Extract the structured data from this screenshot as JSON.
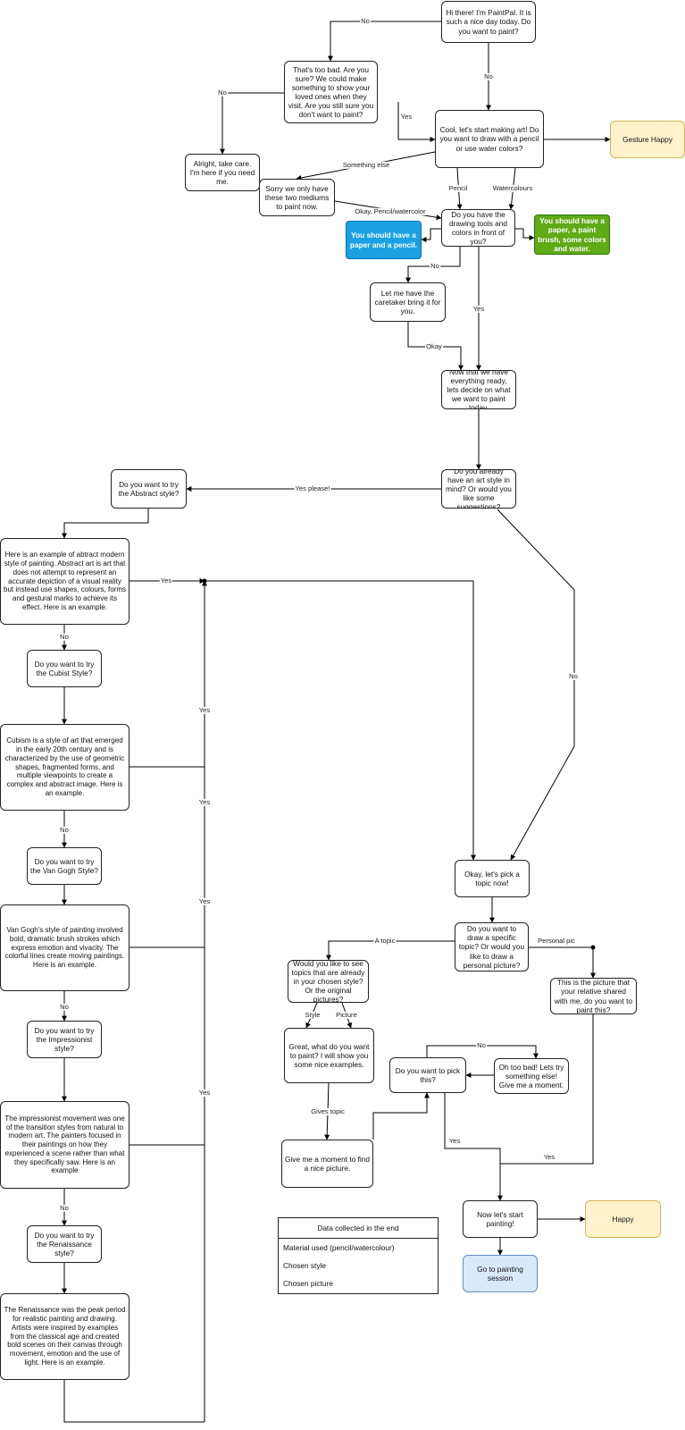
{
  "nodes": {
    "greeting": "Hi there! I'm PaintPal. It is such a nice day today. Do you want to paint?",
    "too_bad": "That's too bad. Are you sure? We could make something to show your loved ones when they visit. Are you still sure you don't want to paint?",
    "alright": "Alright, take care. I'm here if you need me.",
    "cool": "Cool, let's  start making art! Do you want to draw with a pencil or use water colors?",
    "gesture_happy": "Gesture Happy",
    "sorry_mediums": "Sorry we only have these two mediums to paint now.",
    "have_tools": "Do you have the drawing tools and colors in front of you?",
    "paper_pencil": "You should have a paper and a pencil.",
    "paper_brush": "You should have a paper, a paint brush, some colors and water.",
    "caretaker": "Let me have the caretaker bring it for you.",
    "ready": "Now that we have everything ready, lets decide on what we want to paint today.",
    "art_style": "Do you already have an art style in mind? Or would you like some suggestions?",
    "try_abstract": "Do you want to try the Abstract style?",
    "abstract_desc": "Here is an example of abtract modern style of painting. Abstract art is art that does not attempt to represent an accurate depiction of a visual reality but instead use shapes, colours, forms and gestural marks to achieve its effect. Here is an example.",
    "try_cubist": "Do you want to try the Cubist Style?",
    "cubist_desc": "Cubism is a style of art that emerged in the early 20th century and is characterized by the use of geometric shapes, fragmented forms, and multiple viewpoints to create a complex and abstract image. Here is an example.",
    "try_vangogh": "Do you want to try the Van Gogh Style?",
    "vangogh_desc": "Van Gogh's style of painting involved bold, dramatic brush strokes which express emotion and vivacity. The colorful lines create moving paintings. Here is an example.",
    "try_impressionist": "Do you want to try the Impressionist style?",
    "impressionist_desc": "The impressionist movement was one of the transition styles from natural to modern art. The painters focused in their paintings on how they experienced a scene rather than what they specifically saw. Here is an example",
    "try_renaissance": "Do you want to try the Renaissance style?",
    "renaissance_desc": "The Renaissance was the peak period for realistic painting and drawing. Artists were inspired by examples from the classical age and created bold scenes on their canvas through movement, emotion and the use of light. Here is an example.",
    "pick_topic": "Okay, let's pick a topic now!",
    "specific_topic": "Do you want to draw a specific topic? Or would you like to draw a personal picture?",
    "see_topics": "Would you like to see topics that are already in your chosen style? Or the original pictures?",
    "relative_pic": "This is the picture that your relative shared with me, do you want to paint this?",
    "great_what": "Great, what do you want to paint? I will show you some nice examples.",
    "pick_this": "Do you want to pick this?",
    "oh_too_bad": "Oh too bad! Lets try something else! Give me a moment.",
    "moment_find": "Give me a moment to find a nice picture.",
    "start_painting": "Now let's start painting!",
    "happy": "Happy",
    "go_session": "Go to painting session"
  },
  "edge_labels": {
    "no_1": "No",
    "no_2": "No",
    "no_3": "No",
    "yes_1": "Yes",
    "something_else": "Something else",
    "pencil": "Pencil",
    "watercolours": "Watercolours",
    "okay_pencil": "Okay, Pencil/watercolor",
    "no_4": "No",
    "yes_2": "Yes",
    "okay": "Okay",
    "yes_please": "Yes please!",
    "no_5": "No",
    "yes_abs": "Yes",
    "no_abs": "No",
    "yes_cub": "Yes",
    "no_cub": "No",
    "yes_vg": "Yes",
    "no_vg": "No",
    "yes_imp": "Yes",
    "no_imp": "No",
    "a_topic": "A topic",
    "personal_pic": "Personal pic",
    "style": "Style",
    "picture": "Picture",
    "gives_topic": "Gives topic",
    "no_6": "No",
    "yes_3": "Yes",
    "yes_4": "Yes"
  },
  "legend": {
    "title": "Data collected in the end",
    "rows": [
      "Material used (pencil/watercolour)",
      "Chosen style",
      "Chosen picture"
    ]
  },
  "colors": {
    "blue_fill": "#1ba1e2",
    "green_fill": "#60a917",
    "yellow_fill": "#fff2cc",
    "lightblue_fill": "#dae8fc"
  }
}
